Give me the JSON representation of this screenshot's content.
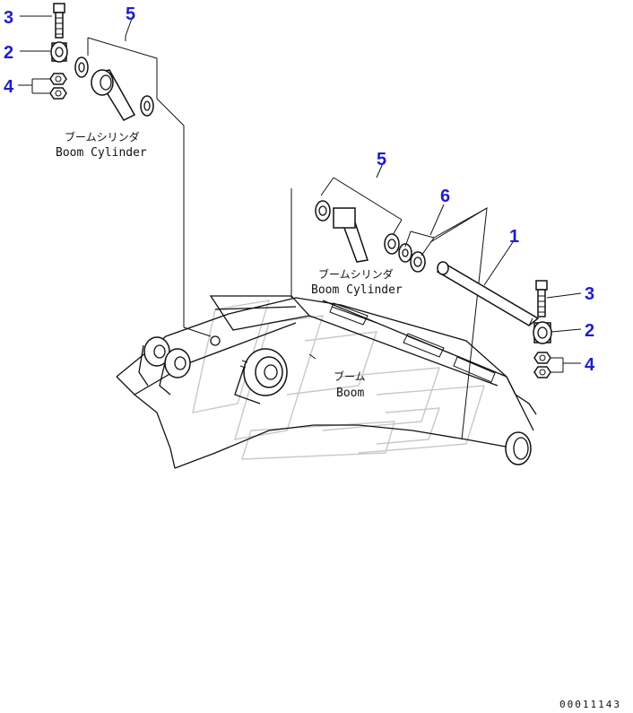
{
  "callouts": {
    "c3_top": "3",
    "c2_top": "2",
    "c4_top": "4",
    "c5_top": "5",
    "c5_mid": "5",
    "c6": "6",
    "c1": "1",
    "c3_right": "3",
    "c2_right": "2",
    "c4_right": "4"
  },
  "labels": {
    "cylinder_top_jp": "ブームシリンダ",
    "cylinder_top_en": "Boom Cylinder",
    "cylinder_mid_jp": "ブームシリンダ",
    "cylinder_mid_en": "Boom Cylinder",
    "boom_jp": "ブーム",
    "boom_en": "Boom"
  },
  "reference_number": "00011143"
}
